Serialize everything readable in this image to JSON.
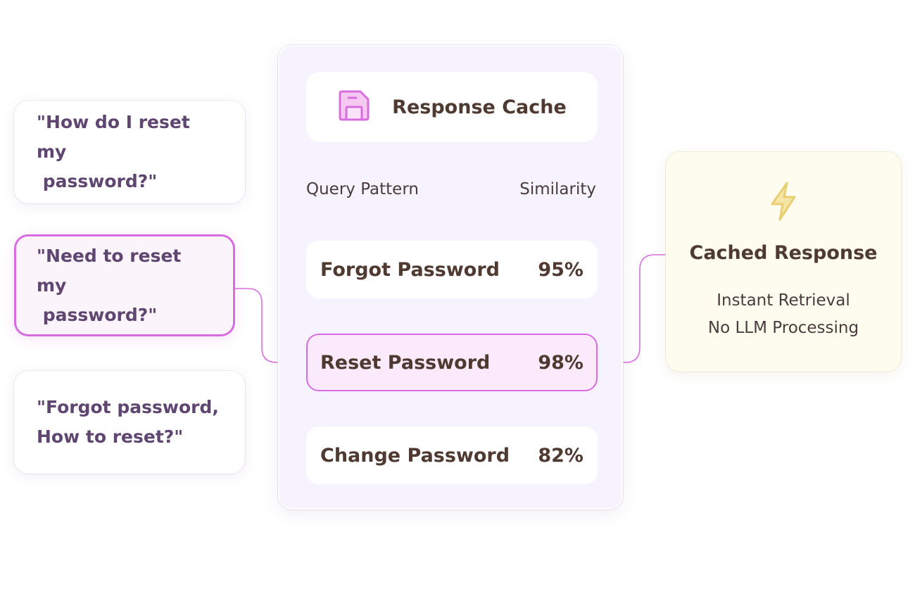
{
  "queries": [
    {
      "text": "\"How do I reset my\n password?\"",
      "active": false
    },
    {
      "text": "\"Need to reset my\n password?\"",
      "active": true
    },
    {
      "text": "\"Forgot password,\nHow to reset?\"",
      "active": false
    }
  ],
  "cache": {
    "title": "Response Cache",
    "icon": "floppy-disk-icon",
    "columns": {
      "pattern": "Query Pattern",
      "similarity": "Similarity"
    },
    "rows": [
      {
        "pattern": "Forgot Password",
        "similarity": "95%",
        "active": false
      },
      {
        "pattern": "Reset Password",
        "similarity": "98%",
        "active": true
      },
      {
        "pattern": "Change Password",
        "similarity": "82%",
        "active": false
      }
    ]
  },
  "result": {
    "icon": "lightning-bolt-icon",
    "title": "Cached Response",
    "line1": "Instant Retrieval",
    "line2": "No LLM Processing"
  },
  "colors": {
    "accent": "#d86ddf",
    "text_dark": "#4f3a32",
    "query_text": "#5e4670",
    "panel_bg": "#f6f3fe",
    "result_bg": "#fdfcef",
    "bolt": "#e8cf72"
  }
}
